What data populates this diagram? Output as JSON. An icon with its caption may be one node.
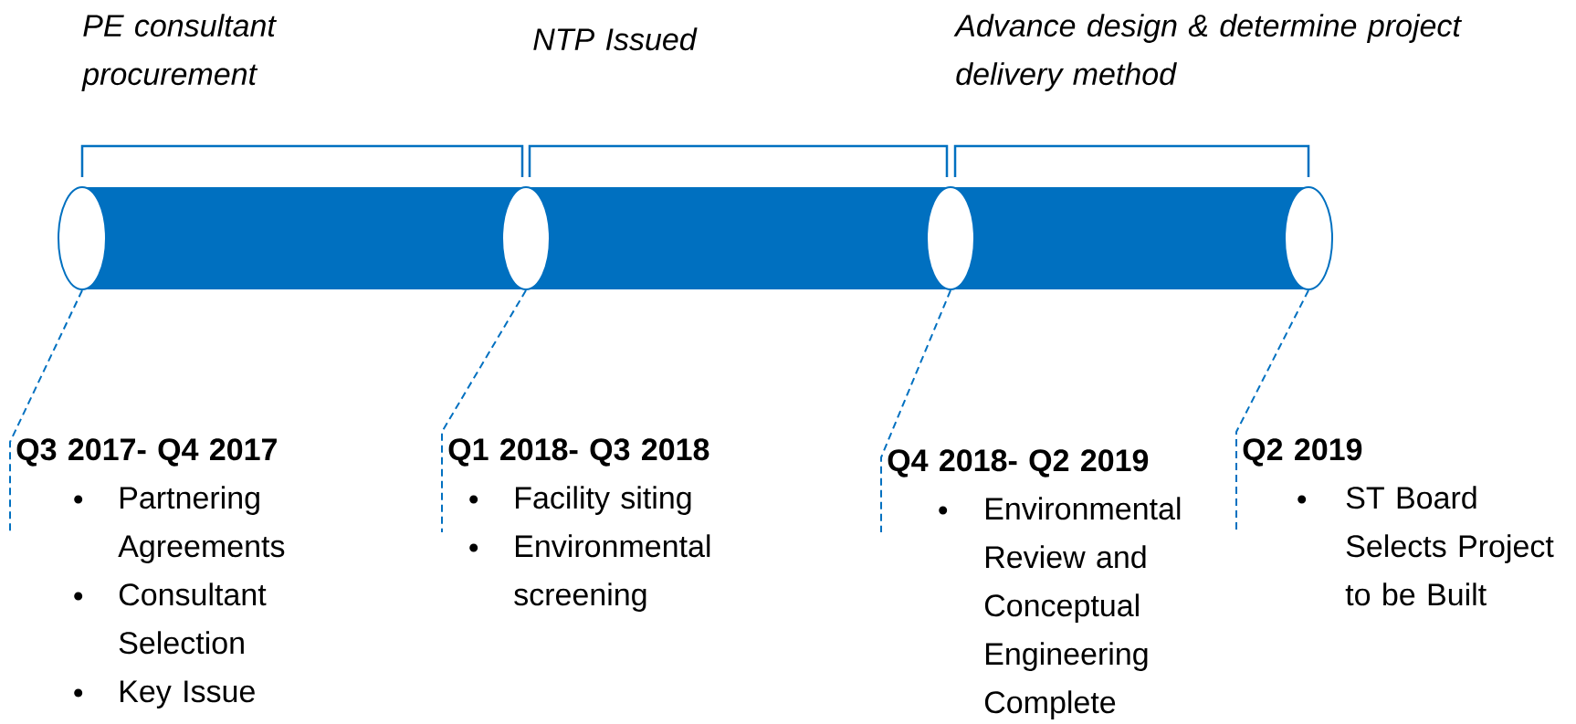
{
  "diagram": {
    "nodes": [
      {
        "text": [],
        "shape": "ellipse"
      },
      {
        "text": [],
        "shape": "ellipse"
      },
      {
        "text": [],
        "shape": "ellipse"
      },
      {
        "text": [],
        "shape": "ellipse"
      },
      {
        "text": [
          "Q3 2017- Q4 2017",
          "Partnering Agreements",
          "Consultant Selection",
          "Key Issue"
        ]
      },
      {
        "text": [
          "Q1 2018- Q3 2018",
          "Facility siting",
          "Environmental screening"
        ]
      },
      {
        "text": [
          "Q4 2018- Q2 2019",
          "Environmental Review and Conceptual Engineering Complete"
        ]
      },
      {
        "text": [
          "Q2 2019",
          "ST Board Selects Project to be Built"
        ]
      }
    ],
    "edges": [
      {
        "from": 0,
        "to": 4,
        "arrow": "none",
        "style": "dashed"
      },
      {
        "from": 1,
        "to": 5,
        "arrow": "none",
        "style": "dashed"
      },
      {
        "from": 2,
        "to": 6,
        "arrow": "none",
        "style": "dashed"
      },
      {
        "from": 3,
        "to": 7,
        "arrow": "none",
        "style": "dashed"
      }
    ],
    "labels": [
      "PE consultant procurement",
      "NTP Issued",
      "Advance design & determine project delivery method"
    ]
  }
}
